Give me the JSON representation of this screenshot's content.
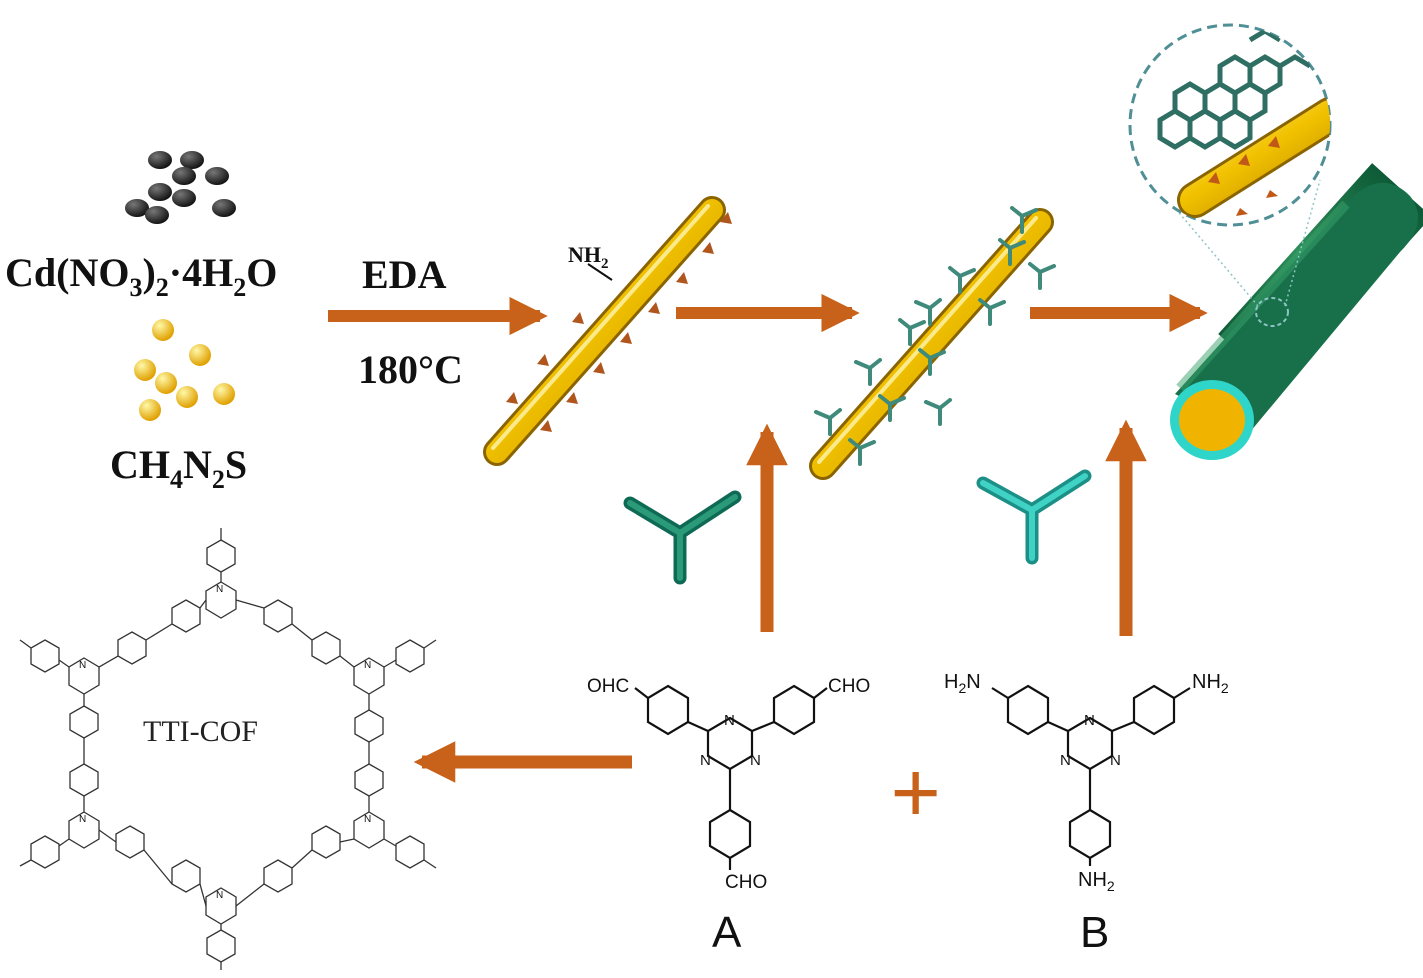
{
  "precursors": {
    "cd_salt": [
      "Cd(NO",
      "3",
      ")",
      "2",
      "·4H",
      "2",
      "O"
    ],
    "thiourea": [
      "CH",
      "4",
      "N",
      "2",
      "S"
    ]
  },
  "conditions": {
    "reagent": "EDA",
    "temperature": "180°C"
  },
  "rod_label": [
    "NH",
    "2"
  ],
  "cof_name": "TTI-COF",
  "monomer_a": {
    "label": "A",
    "substituents": {
      "top_left": "OHC",
      "top_right": "CHO",
      "bottom": "CHO"
    },
    "ring_atom": "N"
  },
  "monomer_b": {
    "label": "B",
    "substituents": {
      "top_left": [
        "H",
        "2",
        "N"
      ],
      "top_right": [
        "NH",
        "2"
      ],
      "bottom": [
        "NH",
        "2"
      ]
    },
    "ring_atom": "N"
  },
  "cof_ring_atom": "N",
  "plus_sign": "+",
  "colors": {
    "arrow": "#c8611a",
    "rod_gold": "#f2c200",
    "cof_green": "#1f7a4c",
    "cof_green_dark": "#0d5a37",
    "linker_teal": "#2bb3a3",
    "sphere_dark": "#2a2a2a",
    "sphere_gold": "#f5b800"
  }
}
